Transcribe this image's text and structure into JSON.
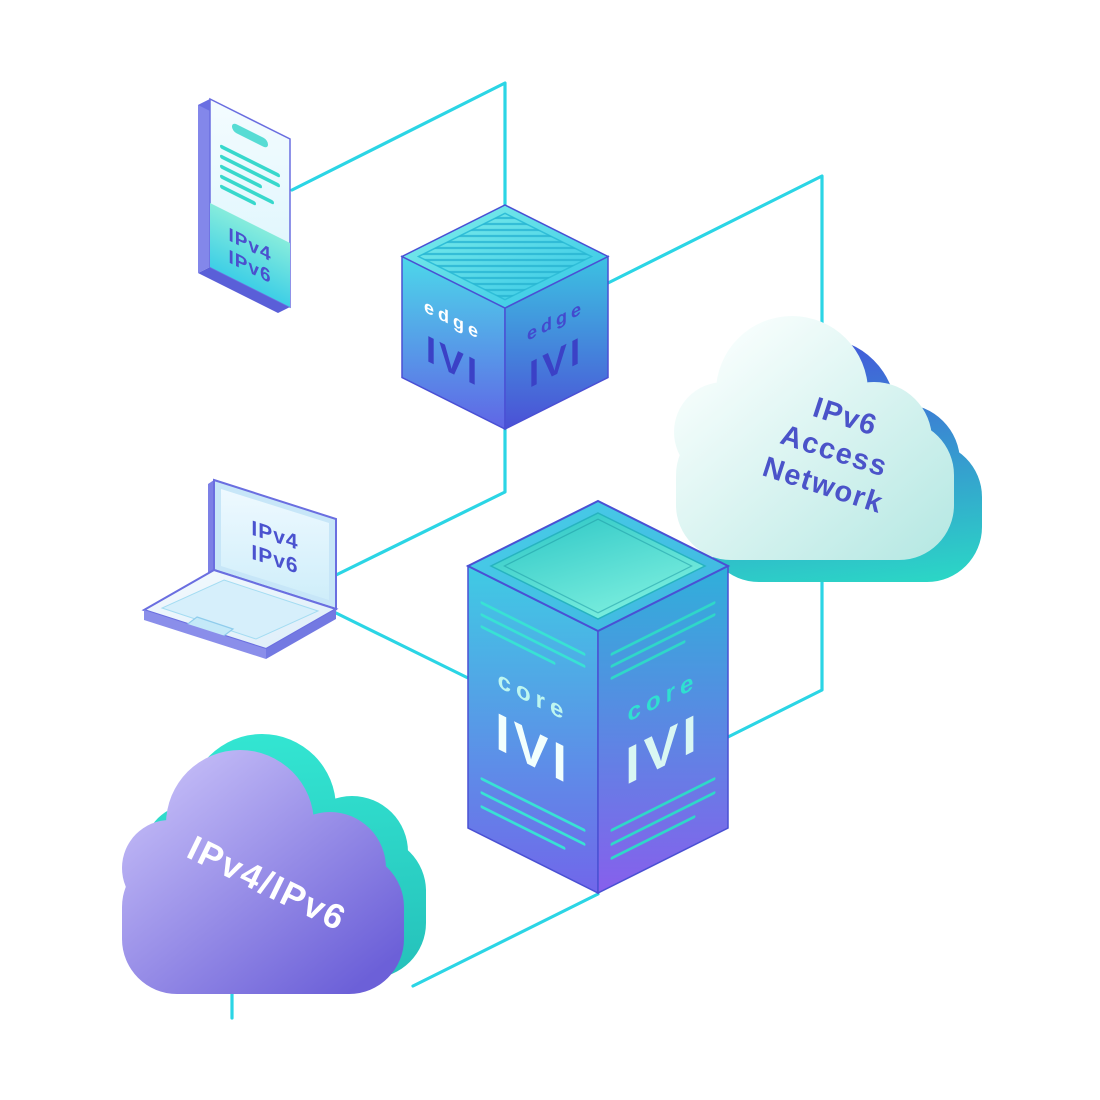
{
  "diagram": {
    "nodes": {
      "phone": {
        "line1": "IPv4",
        "line2": "IPv6"
      },
      "edge_left": {
        "label": "edge",
        "tech": "IVI"
      },
      "edge_right": {
        "label": "edge",
        "tech": "IVI"
      },
      "access_cloud": {
        "line1": "IPv6",
        "line2": "Access",
        "line3": "Network"
      },
      "laptop": {
        "line1": "IPv4",
        "line2": "IPv6"
      },
      "core_left": {
        "label": "core",
        "tech": "IVI"
      },
      "core_right": {
        "label": "core",
        "tech": "IVI"
      },
      "dual_stack_cloud": {
        "label": "IPv4/IPv6"
      }
    },
    "colors": {
      "connector_cyan": "#2bd5e5",
      "teal": "#2fd8c8",
      "blue_purple": "#4b53c9",
      "cube_text_dark": "#3b41c6",
      "cloud_purple": "#6c60d8",
      "white": "#ffffff"
    }
  }
}
